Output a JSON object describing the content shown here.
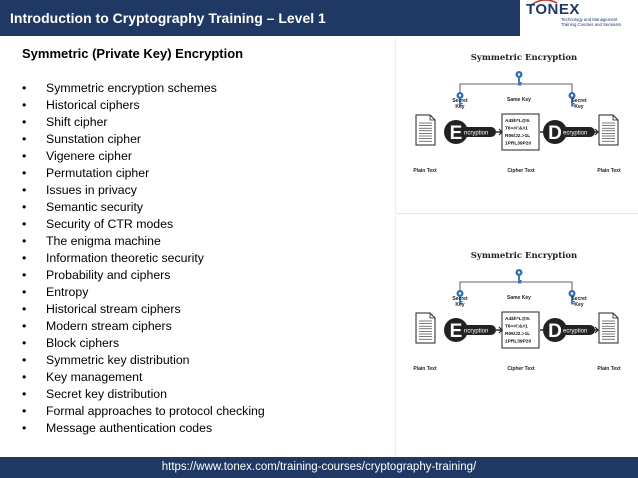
{
  "header": {
    "title": "Introduction to Cryptography Training – Level 1",
    "logo_text": "TONEX",
    "logo_tagline_1": "Technology and Management",
    "logo_tagline_2": "Training Courses and Seminars"
  },
  "section": {
    "title": "Symmetric (Private Key) Encryption",
    "bullet_symbol": "•",
    "items": [
      "Symmetric encryption schemes",
      "Historical ciphers",
      "Shift cipher",
      "Sunstation cipher",
      "Vigenere cipher",
      "Permutation cipher",
      "Issues in privacy",
      "Semantic security",
      "Security of CTR modes",
      "The enigma machine",
      "Information theoretic security",
      "Probability and ciphers",
      "Entropy",
      "Historical stream ciphers",
      "Modern stream ciphers",
      "Block ciphers",
      "Symmetric key distribution",
      "Key management",
      "Secret key distribution",
      "Formal approaches to protocol checking",
      "Message authentication codes"
    ]
  },
  "diagram": {
    "title": "Symmetric Encryption",
    "secret_key_1": "Secret",
    "secret_key_2": "Key",
    "same_key": "Same Key",
    "cipher_lines": [
      "A4$h*L@9.",
      "T6=#/:&#1",
      "R06/J2.>1L",
      "1PRL39P20"
    ],
    "encrypt_letter": "E",
    "encrypt_rest": "ncryption",
    "decrypt_letter": "D",
    "decrypt_rest": "ecryption",
    "plain_text": "Plain Text",
    "cipher_text": "Cipher Text"
  },
  "footer": {
    "url": "https://www.tonex.com/training-courses/cryptography-training/"
  },
  "colors": {
    "bar": "#1f3864",
    "key_blue": "#2f6fb3"
  }
}
